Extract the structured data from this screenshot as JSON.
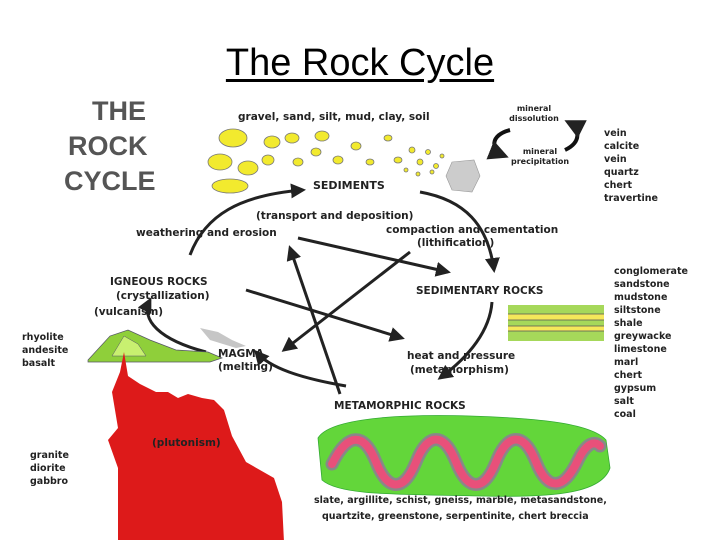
{
  "slide_title": "The Rock Cycle",
  "diagram": {
    "heading_lines": [
      "THE",
      "ROCK",
      "CYCLE"
    ],
    "sediment_materials": "gravel, sand, silt, mud, clay, soil",
    "mineral_dissolution": [
      "mineral",
      "dissolution"
    ],
    "mineral_precipitation": [
      "mineral",
      "precipitation"
    ],
    "precipitates": [
      "vein",
      "calcite",
      "vein",
      "quartz",
      "chert",
      "travertine"
    ],
    "sediments": "SEDIMENTS",
    "transport": "(transport and deposition)",
    "weathering": "weathering and erosion",
    "compaction": "compaction and cementation",
    "lithification": "(lithification)",
    "igneous_rocks": "IGNEOUS ROCKS",
    "crystallization": "(crystallization)",
    "vulcanism": "(vulcanism)",
    "sedimentary_rocks": "SEDIMENTARY ROCKS",
    "sedimentary_list": [
      "conglomerate",
      "sandstone",
      "mudstone",
      "siltstone",
      "shale",
      "greywacke",
      "limestone",
      "marl",
      "chert",
      "gypsum",
      "salt",
      "coal"
    ],
    "volcanic_list": [
      "rhyolite",
      "andesite",
      "basalt"
    ],
    "magma": "MAGMA",
    "melting": "(melting)",
    "heat_pressure": "heat and pressure",
    "metamorphism": "(metamorphism)",
    "metamorphic_rocks": "METAMORPHIC ROCKS",
    "plutonism": "(plutonism)",
    "plutonic_list": [
      "granite",
      "diorite",
      "gabbro"
    ],
    "metamorphic_list_1": "slate, argillite, schist, gneiss, marble, metasandstone,",
    "metamorphic_list_2": "quartzite, greenstone, serpentinite, chert breccia"
  },
  "colors": {
    "sediment_yellow": "#f2ea2e",
    "magma_red": "#dd1a1a",
    "meta_green": "#63d63a",
    "meta_pink": "#e8507a",
    "strata_green": "#a6d85a",
    "strata_yellow": "#f5e85a"
  }
}
